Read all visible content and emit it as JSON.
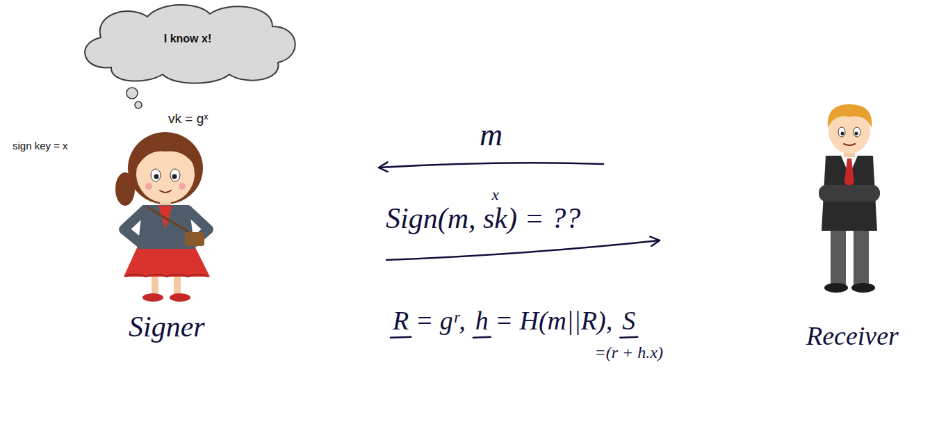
{
  "diagram": {
    "nodes": [
      {
        "text": [
          "I know x!"
        ]
      }
    ],
    "labels": [
      "vk = gˣ",
      "sign key = x",
      "m",
      "x",
      "Sign(m, sk) = ??",
      "Signer",
      "Receiver",
      "R = gʳ,",
      "h = H(m||R),",
      "S",
      "=(r + h.x)"
    ]
  }
}
